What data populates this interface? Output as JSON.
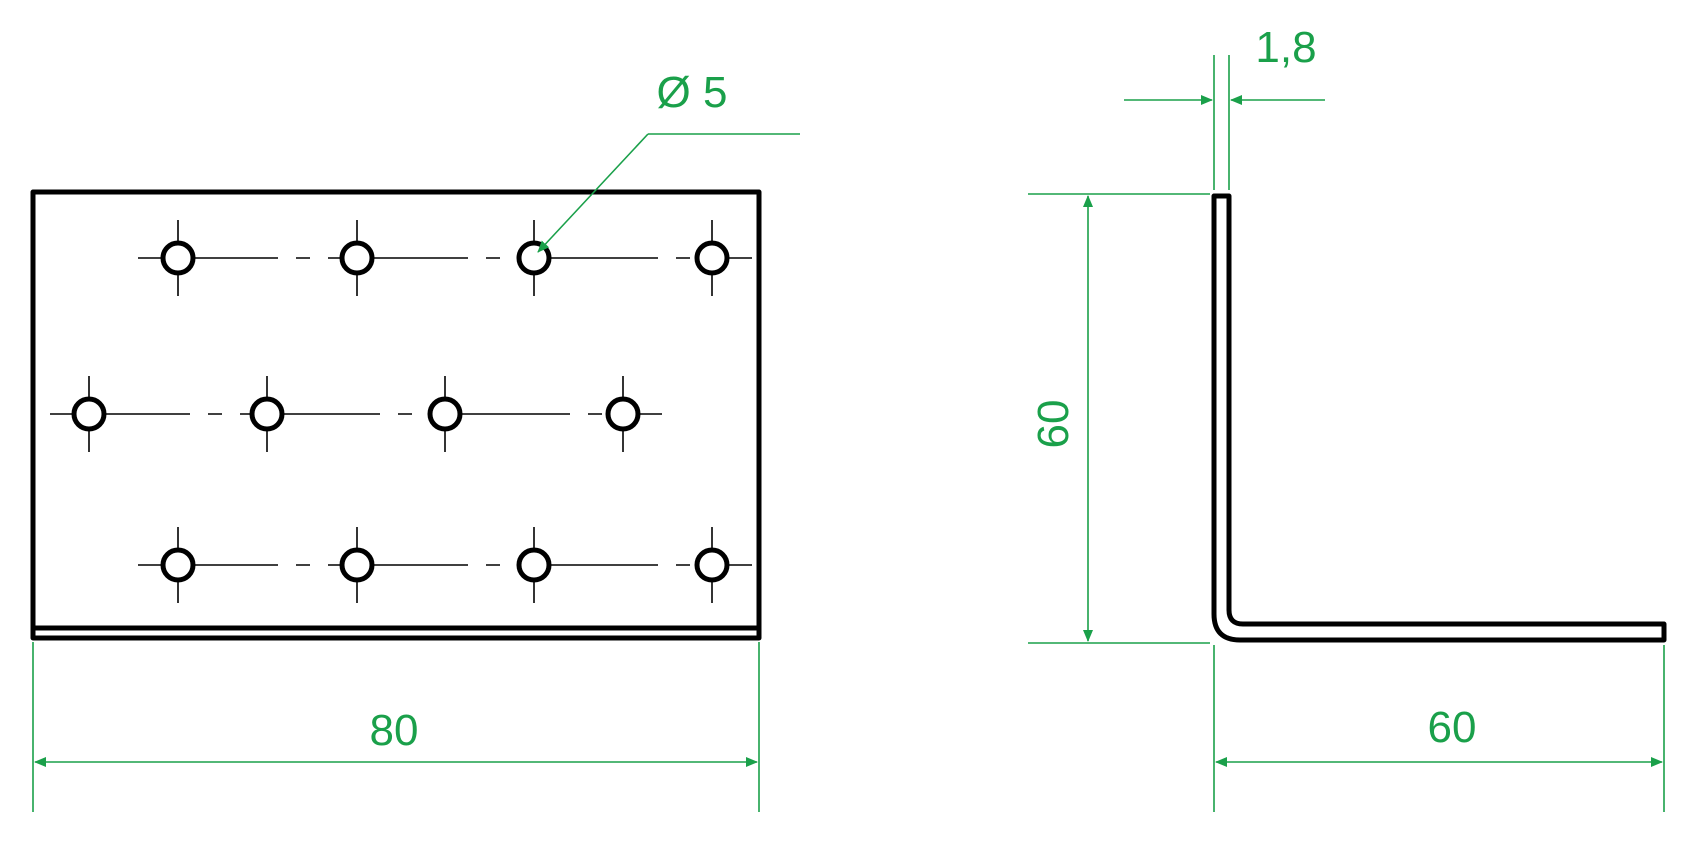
{
  "colors": {
    "outline": "#000000",
    "dimension": "#1aa04a",
    "background": "#ffffff"
  },
  "front_view": {
    "width_label": "80",
    "hole_label": "Ø 5",
    "hole_rows": 3,
    "holes_per_row": 4
  },
  "side_view": {
    "height_label": "60",
    "leg_label": "60",
    "thickness_label": "1,8"
  }
}
